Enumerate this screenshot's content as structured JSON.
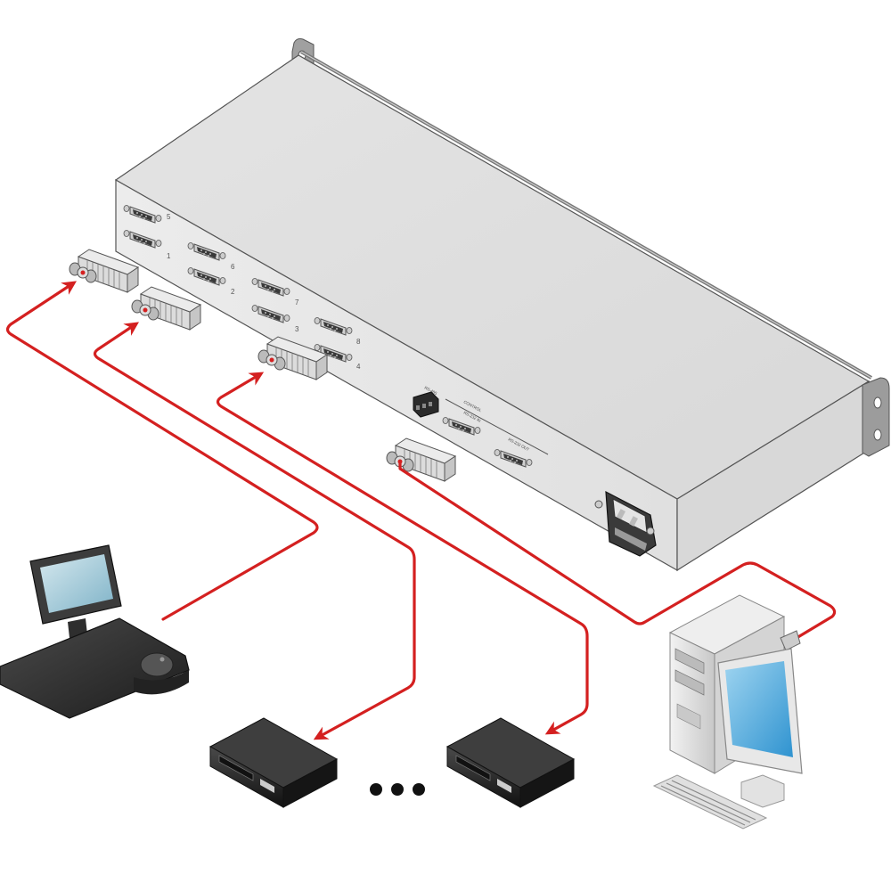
{
  "diagram": {
    "title": "RS-232 / RS-485 control distribution diagram",
    "colors": {
      "cable": "#d42020",
      "device_top": "#dedede",
      "device_front": "#e6e6e6",
      "device_side": "#d6d6d6",
      "device_edge": "#555555",
      "rack_ear": "#9a9a9a",
      "receiver_body": "#1e1e1e",
      "screen_blue": "#5fb0df",
      "pc_case": "#e2e2e2",
      "controller_body": "#2e2e2e",
      "background": "#ffffff"
    },
    "device": {
      "name": "Control distribution amplifier (rear panel)",
      "ports": [
        {
          "number": "5",
          "type": "DB-9",
          "connected": false
        },
        {
          "number": "1",
          "type": "DB-9",
          "connected": true
        },
        {
          "number": "6",
          "type": "DB-9",
          "connected": false
        },
        {
          "number": "2",
          "type": "DB-9",
          "connected": true
        },
        {
          "number": "7",
          "type": "DB-9",
          "connected": false
        },
        {
          "number": "3",
          "type": "DB-9",
          "connected": false
        },
        {
          "number": "8",
          "type": "DB-9",
          "connected": false
        },
        {
          "number": "4",
          "type": "DB-9",
          "connected": true
        }
      ],
      "control_section": {
        "label": "CONTROL",
        "rs485_label": "RS-485",
        "rs232_in_label": "RS-232 IN",
        "rs232_out_label": "RS-232 OUT"
      },
      "power": "IEC power inlet with fuse"
    },
    "peripherals": [
      {
        "id": "controller",
        "name": "Camera controller keyboard with monitor",
        "connected_to": "port 1"
      },
      {
        "id": "receiver-1",
        "name": "Receiver box",
        "connected_to": "port 2"
      },
      {
        "id": "receiver-n",
        "name": "Receiver box",
        "connected_to": "port 4"
      },
      {
        "id": "pc",
        "name": "Desktop PC",
        "connected_to": "RS-232 IN"
      }
    ],
    "ellipsis": "• • •"
  }
}
